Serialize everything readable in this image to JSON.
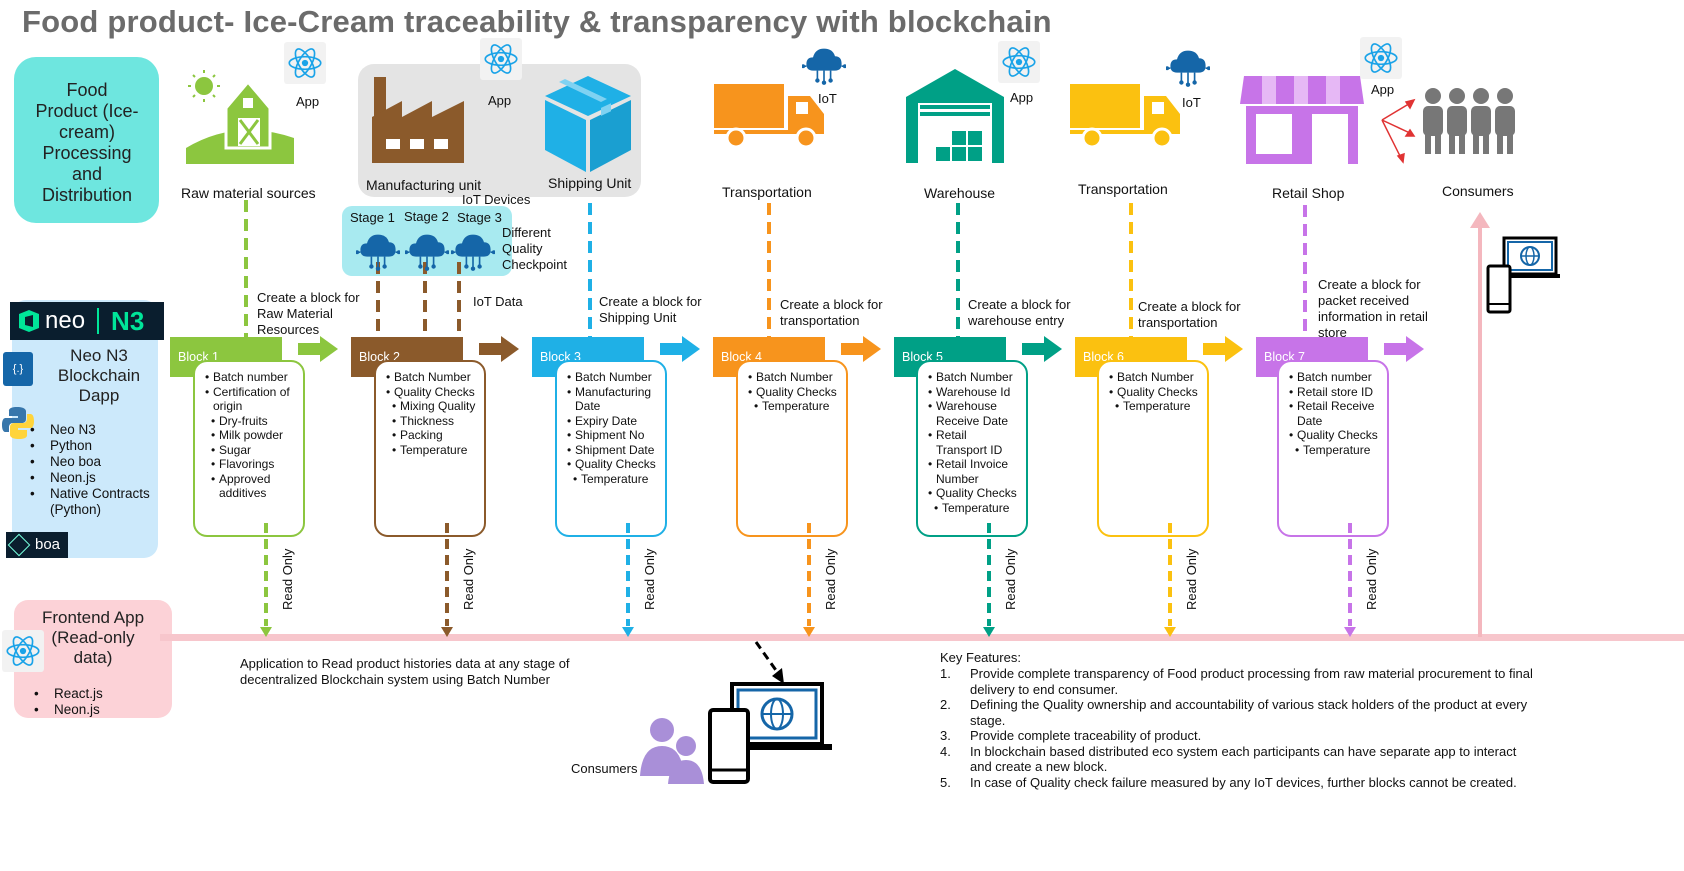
{
  "title": "Food product- Ice-Cream  traceability & transparency with blockchain",
  "process_panel": "Food Product (Ice-cream) Processing and Distribution",
  "blockchain_panel": {
    "logo_neo": "neo",
    "logo_n3": "N3",
    "title": "Neo N3 Blockchain Dapp",
    "items": [
      "Neo N3",
      "Python",
      "Neo boa",
      "Neon.js",
      "Native Contracts (Python)"
    ],
    "boa_logo": "boa"
  },
  "frontend_panel": {
    "title": "Frontend App (Read-only data)",
    "items": [
      "React.js",
      "Neon.js"
    ]
  },
  "stages": {
    "raw": "Raw material sources",
    "manufacturing": "Manufacturing unit",
    "shipping": "Shipping Unit",
    "transport1": "Transportation",
    "warehouse": "Warehouse",
    "transport2": "Transportation",
    "retail": "Retail Shop",
    "consumers": "Consumers"
  },
  "tags": {
    "app": "App",
    "iot": "IoT"
  },
  "iot_box": {
    "stage1": "Stage 1",
    "stage2": "Stage 2",
    "stage3": "Stage 3",
    "iot_devices": "IoT Devices",
    "quality": "Different Quality Checkpoint",
    "iot_data": "IoT Data"
  },
  "create_notes": {
    "b1": "Create a block for Raw Material Resources",
    "b3": "Create a block for Shipping Unit",
    "b4": "Create a block for transportation",
    "b5": "Create a block for warehouse entry",
    "b6": "Create a block for transportation",
    "b7": "Create a block for packet received information in retail store"
  },
  "blocks": [
    {
      "label": "Block 1",
      "color": "#8cc63f",
      "items": [
        [
          "Batch number",
          0
        ],
        [
          "Certification of origin",
          0
        ],
        [
          "Dry-fruits",
          1
        ],
        [
          "Milk powder",
          1
        ],
        [
          "Sugar",
          1
        ],
        [
          "Flavorings",
          1
        ],
        [
          "Approved additives",
          1
        ]
      ]
    },
    {
      "label": "Block 2",
      "color": "#8b5a2b",
      "items": [
        [
          "Batch Number",
          0
        ],
        [
          "Quality Checks",
          0
        ],
        [
          "Mixing Quality",
          1
        ],
        [
          "Thickness",
          1
        ],
        [
          "Packing",
          1
        ],
        [
          "Temperature",
          1
        ]
      ]
    },
    {
      "label": "Block 3",
      "color": "#1fb0e6",
      "items": [
        [
          "Batch Number",
          0
        ],
        [
          "Manufacturing Date",
          0
        ],
        [
          "Expiry Date",
          0
        ],
        [
          "Shipment No",
          0
        ],
        [
          "Shipment Date",
          0
        ],
        [
          "Quality Checks",
          0
        ],
        [
          "Temperature",
          1
        ]
      ]
    },
    {
      "label": "Block 4",
      "color": "#f7941d",
      "items": [
        [
          "Batch Number",
          0
        ],
        [
          "Quality Checks",
          0
        ],
        [
          "Temperature",
          1
        ]
      ]
    },
    {
      "label": "Block 5",
      "color": "#00a086",
      "items": [
        [
          "Batch Number",
          0
        ],
        [
          "Warehouse Id",
          0
        ],
        [
          "Warehouse Receive Date",
          0
        ],
        [
          "Retail Transport ID",
          0
        ],
        [
          "Retail Invoice Number",
          0
        ],
        [
          "Quality Checks",
          0
        ],
        [
          "Temperature",
          1
        ]
      ]
    },
    {
      "label": "Block 6",
      "color": "#fbc110",
      "items": [
        [
          "Batch Number",
          0
        ],
        [
          "Quality Checks",
          0
        ],
        [
          "Temperature",
          1
        ]
      ]
    },
    {
      "label": "Block 7",
      "color": "#c774e8",
      "items": [
        [
          "Batch number",
          0
        ],
        [
          "Retail store ID",
          0
        ],
        [
          "Retail Receive Date",
          0
        ],
        [
          "Quality Checks",
          0
        ],
        [
          "Temperature",
          1
        ]
      ]
    }
  ],
  "read_only": "Read Only",
  "app_description": "Application to Read product histories data at any stage of decentralized  Blockchain system using Batch Number",
  "bottom_consumers": "Consumers",
  "key_features": {
    "title": "Key Features:",
    "items": [
      "Provide complete transparency of Food product processing from raw material procurement to final delivery to end consumer.",
      "Defining the Quality ownership and accountability of  various stack holders of the  product at every stage.",
      "Provide complete traceability of product.",
      "In blockchain based distributed eco system each participants can have separate app to interact and create a new block.",
      "In case of Quality check failure measured by any IoT devices, further blocks cannot be created."
    ]
  },
  "colors": {
    "process_panel": "#6ee6df",
    "blockchain_panel": "#cce9fb",
    "frontend_panel": "#fcd2d7",
    "timeline": "#f7c6cc",
    "react": "#1aa3e8",
    "manufacturing_bg": "#e4e4e4",
    "iot_box": "#a8eaf0"
  }
}
